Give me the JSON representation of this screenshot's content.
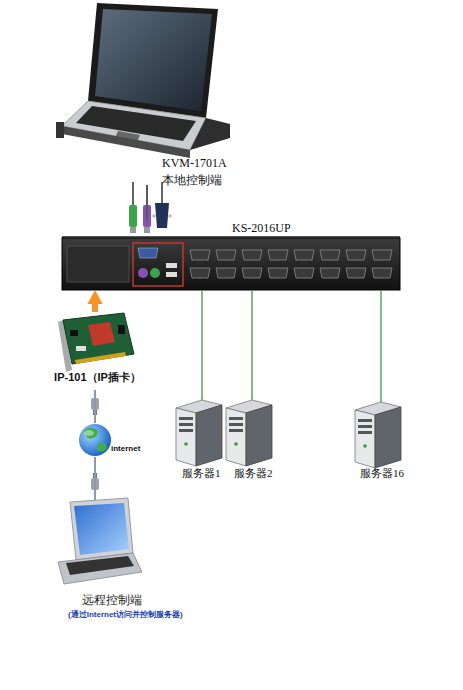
{
  "diagram": {
    "nodes": [
      {
        "text": [
          "KVM-1701A 本地控制端"
        ]
      },
      {
        "text": [
          "KS-2016UP"
        ]
      },
      {
        "text": [
          "IP-101（IP插卡）"
        ]
      },
      {
        "text": [
          "internet"
        ]
      },
      {
        "text": [
          "服务器1"
        ]
      },
      {
        "text": [
          "服务器2"
        ]
      },
      {
        "text": [
          "服务器16"
        ]
      },
      {
        "text": [
          "远程控制端",
          "(通过Internet访问并控制服务器)"
        ]
      }
    ],
    "edges": [
      {
        "from": 0,
        "to": 1,
        "arrow": "none"
      },
      {
        "from": 2,
        "to": 1,
        "arrow": "to"
      },
      {
        "from": 2,
        "to": 3,
        "arrow": "none"
      },
      {
        "from": 3,
        "to": 7,
        "arrow": "none"
      },
      {
        "from": 1,
        "to": 4,
        "arrow": "none"
      },
      {
        "from": 1,
        "to": 5,
        "arrow": "none"
      },
      {
        "from": 1,
        "to": 6,
        "arrow": "none"
      }
    ]
  }
}
